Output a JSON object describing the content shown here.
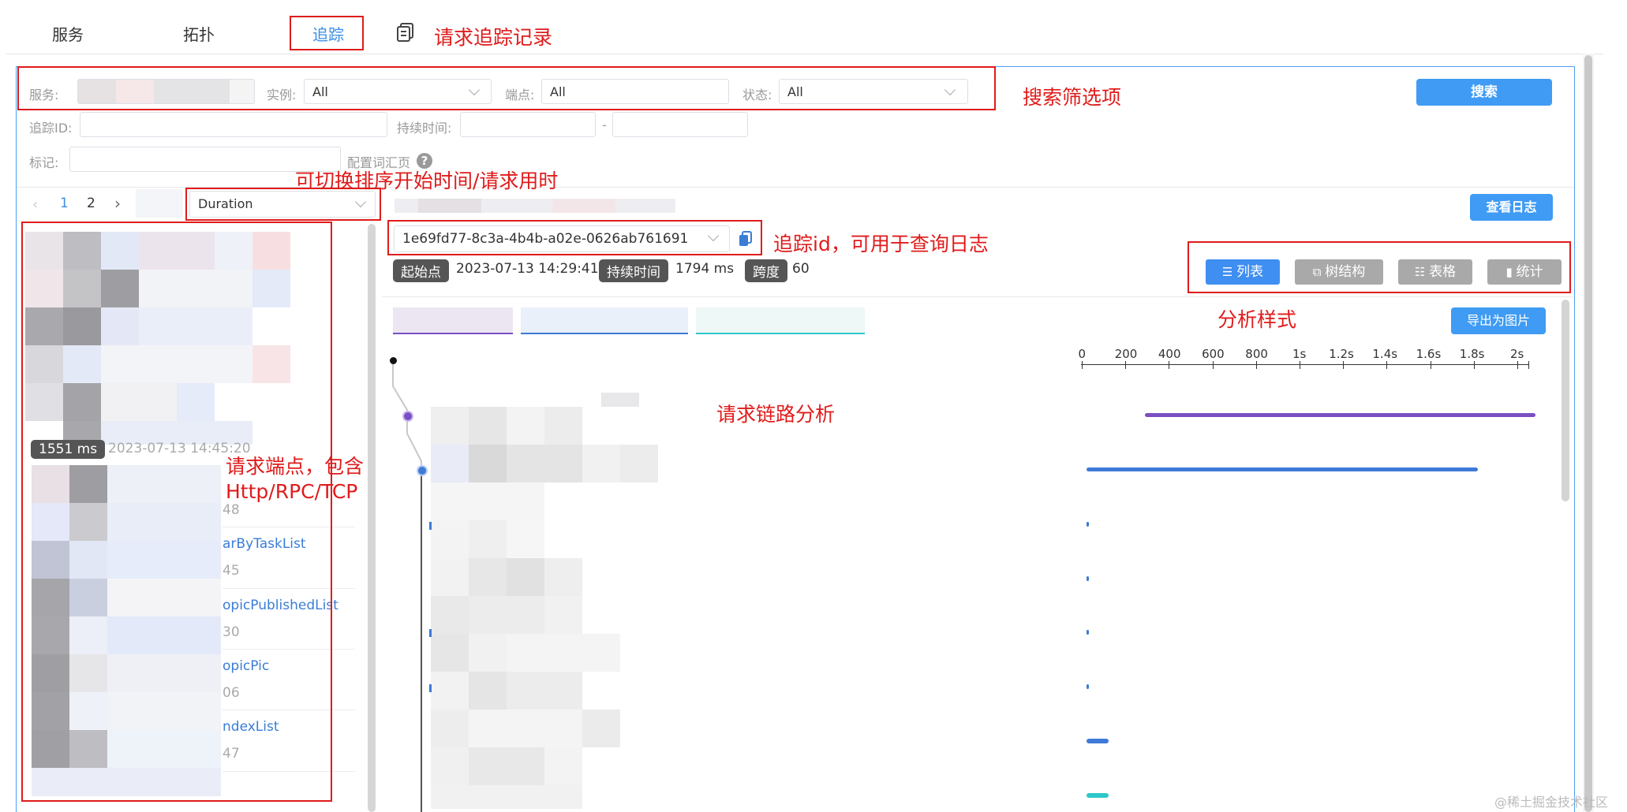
{
  "tabs": [
    "服务",
    "拓扑",
    "追踪"
  ],
  "active_tab": "追踪",
  "annotations": {
    "request_trace_records": "请求追踪记录",
    "search_filters": "搜索筛选项",
    "sort_switch": "可切换排序开始时间/请求用时",
    "trace_id_note": "追踪id，可用于查询日志",
    "analysis_style": "分析样式",
    "request_chain": "请求链路分析",
    "endpoint_note": "请求端点，包含\nHttp/RPC/TCP"
  },
  "filters": {
    "service_label": "服务:",
    "instance_label": "实例:",
    "instance_value": "All",
    "endpoint_label": "端点:",
    "endpoint_value": "All",
    "status_label": "状态:",
    "status_value": "All",
    "trace_id_label": "追踪ID:",
    "duration_label": "持续时间:",
    "duration_sep": "-",
    "tag_label": "标记:",
    "config_vocab": "配置词汇页",
    "search_button": "搜索"
  },
  "list": {
    "pages": [
      "1",
      "2"
    ],
    "sort_value": "Duration",
    "first_item_duration": "1551 ms",
    "first_item_time": "2023-07-13 14:45:20",
    "items": [
      {
        "name": "",
        "num": "48"
      },
      {
        "name": "arByTaskList",
        "num": "45"
      },
      {
        "name": "opicPublishedList",
        "num": "30"
      },
      {
        "name": "opicPic",
        "num": "06"
      },
      {
        "name": "ndexList",
        "num": "47"
      }
    ]
  },
  "detail": {
    "view_logs": "查看日志",
    "trace_id": "1e69fd77-8c3a-4b4b-a02e-0626ab761691",
    "start_label": "起始点",
    "start_value": "2023-07-13 14:29:41",
    "duration_label": "持续时间",
    "duration_value": "1794 ms",
    "span_label": "跨度",
    "span_value": "60",
    "views": [
      "列表",
      "树结构",
      "表格",
      "统计"
    ],
    "active_view": "列表",
    "export_button": "导出为图片",
    "ticks": [
      "0",
      "200",
      "400",
      "600",
      "800",
      "1s",
      "1.2s",
      "1.4s",
      "1.6s",
      "1.8s",
      "2s"
    ]
  },
  "watermark": "@稀土掘金技术社区",
  "colors": {
    "accent": "#3f9bf3",
    "annotation": "#e01b1b",
    "bar_purple": "#7a4fc2",
    "bar_blue": "#3e7ad6",
    "bar_cyan": "#2ec7c9"
  }
}
